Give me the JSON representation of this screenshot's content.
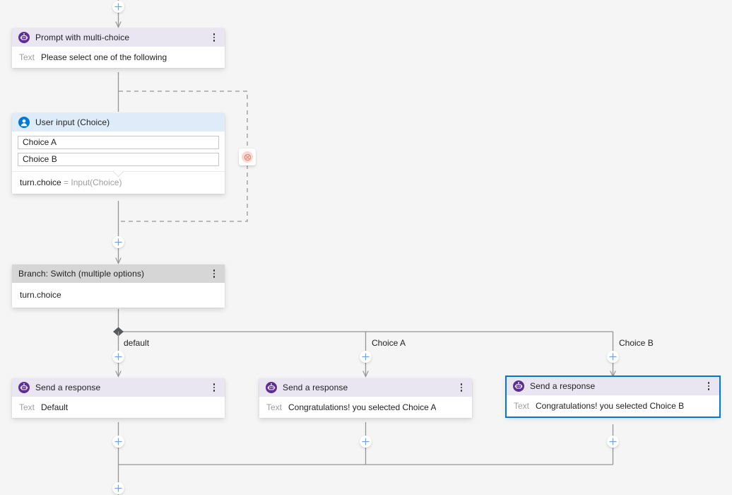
{
  "canvas": {
    "background_color": "#f5f5f5",
    "line_color": "#979593",
    "accent_color": "#0078d4",
    "plus_icon": "plus-icon"
  },
  "nodes": [
    {
      "id": "prompt-multi-choice",
      "icon": "bot-icon",
      "header_color": "#e9e5f1",
      "title": "Prompt with multi-choice",
      "field_label": "Text",
      "field_value": "Please select one of the following",
      "menu_icon": "more-options-icon",
      "selected": false
    },
    {
      "id": "user-input-choice",
      "icon": "user-icon",
      "header_color": "#deecf9",
      "title": "User input (Choice)",
      "choices": [
        "Choice A",
        "Choice B"
      ],
      "output_property": "turn.choice",
      "output_equals": "=",
      "output_value": "Input(Choice)",
      "menu_icon": "more-options-icon",
      "selected": false
    },
    {
      "id": "branch-switch",
      "header_color": "#d6d6d6",
      "title": "Branch: Switch (multiple options)",
      "condition": "turn.choice",
      "menu_icon": "more-options-icon",
      "selected": false
    },
    {
      "id": "send-response-default",
      "icon": "bot-icon",
      "header_color": "#e9e5f1",
      "title": "Send a response",
      "field_label": "Text",
      "field_value": "Default",
      "menu_icon": "more-options-icon",
      "selected": false
    },
    {
      "id": "send-response-choice-a",
      "icon": "bot-icon",
      "header_color": "#e9e5f1",
      "title": "Send a response",
      "field_label": "Text",
      "field_value": "Congratulations! you selected Choice A",
      "menu_icon": "more-options-icon",
      "selected": false
    },
    {
      "id": "send-response-choice-b",
      "icon": "bot-icon",
      "header_color": "#e9e5f1",
      "title": "Send a response",
      "field_label": "Text",
      "field_value": "Congratulations! you selected Choice B",
      "menu_icon": "more-options-icon",
      "selected": true
    }
  ],
  "branch_labels": [
    {
      "text": "default"
    },
    {
      "text": "Choice A"
    },
    {
      "text": "Choice B"
    }
  ],
  "loop_badge": {
    "icon": "cancel-circle-icon",
    "color": "#fbd8d1",
    "glyph_color": "#d9816a"
  }
}
